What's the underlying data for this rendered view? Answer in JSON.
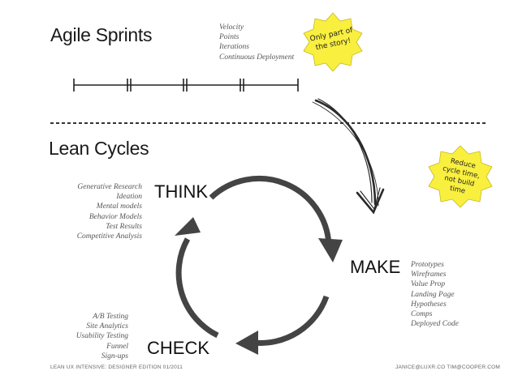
{
  "agile": {
    "title": "Agile Sprints",
    "metrics": [
      "Velocity",
      "Points",
      "Iterations",
      "Continuous Deployment"
    ],
    "badge": [
      "Only part of",
      "the story!"
    ]
  },
  "lean": {
    "title": "Lean Cycles",
    "badge": [
      "Reduce",
      "cycle time,",
      "not build",
      "time"
    ]
  },
  "cycle": {
    "think": {
      "label": "THINK",
      "items": [
        "Generative Research",
        "Ideation",
        "Mental models",
        "Behavior Models",
        "Test Results",
        "Competitive Analysis"
      ]
    },
    "make": {
      "label": "MAKE",
      "items": [
        "Prototypes",
        "Wireframes",
        "Value Prop",
        "Landing Page",
        "Hypotheses",
        "Comps",
        "Deployed Code"
      ]
    },
    "check": {
      "label": "CHECK",
      "items": [
        "A/B Testing",
        "Site Analytics",
        "Usability Testing",
        "Funnel",
        "Sign-ups"
      ]
    }
  },
  "footer": {
    "left": "LEAN UX INTENSIVE: DESIGNER EDITION  01/2011",
    "right": "JANICE@LUXR.CO     TIM@COOPER.COM"
  },
  "colors": {
    "badge": "#f9ef3f",
    "cycle": "#444444"
  }
}
